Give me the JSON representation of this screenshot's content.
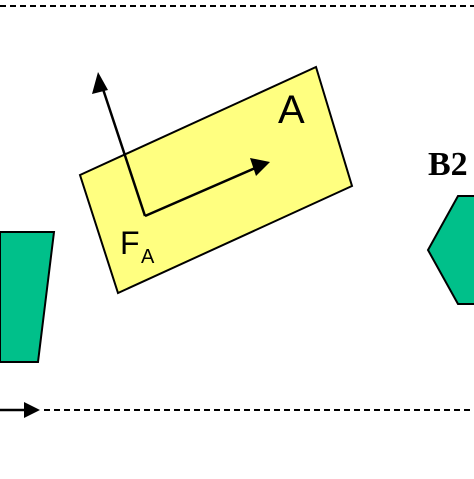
{
  "figure": {
    "frame_a": {
      "label": "A",
      "frame_symbol": "F",
      "frame_subscript": "A",
      "fill_color": "#ffff80"
    },
    "part_b2": {
      "label": "B2",
      "fill_color": "#00c08a"
    },
    "left_part": {
      "fill_color": "#00c08a"
    },
    "colors": {
      "stroke": "#000000",
      "background": "#ffffff"
    }
  }
}
